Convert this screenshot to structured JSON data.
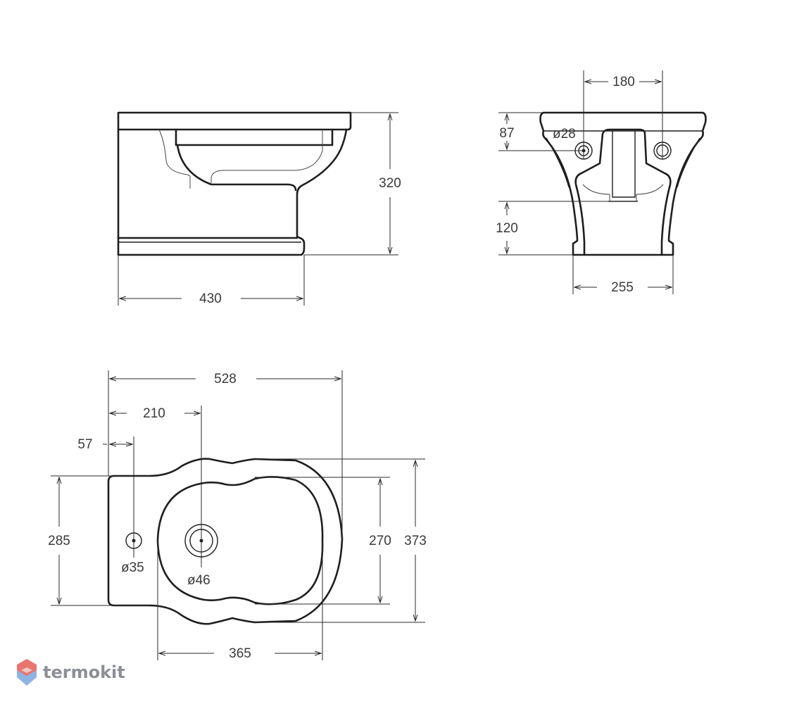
{
  "side_view": {
    "height": "320",
    "length": "430"
  },
  "front_view": {
    "hole_spacing": "180",
    "hole_height": "87",
    "hole_diameter": "ø28",
    "base_height": "120",
    "base_width": "255"
  },
  "top_view": {
    "overall_length": "528",
    "drain_offset": "210",
    "tap_offset": "57",
    "rear_width": "285",
    "tap_hole": "ø35",
    "drain_hole": "ø46",
    "bowl_width": "270",
    "overall_width": "373",
    "bowl_length": "365"
  },
  "brand": {
    "name": "termokit",
    "colors": {
      "logo_top": "#e8766f",
      "logo_bottom": "#8fb4e3",
      "text": "#8c8f96"
    }
  }
}
